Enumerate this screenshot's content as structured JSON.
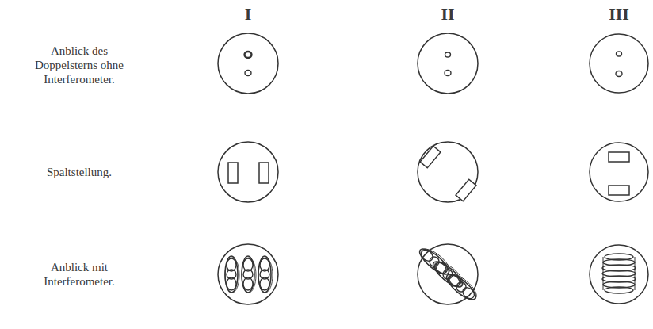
{
  "diagram": {
    "labels": [
      "I",
      "II",
      "III",
      "Anblick des Doppelsterns ohne Interferometer.",
      "Spaltstellung.",
      "Anblick mit Interferometer."
    ]
  }
}
